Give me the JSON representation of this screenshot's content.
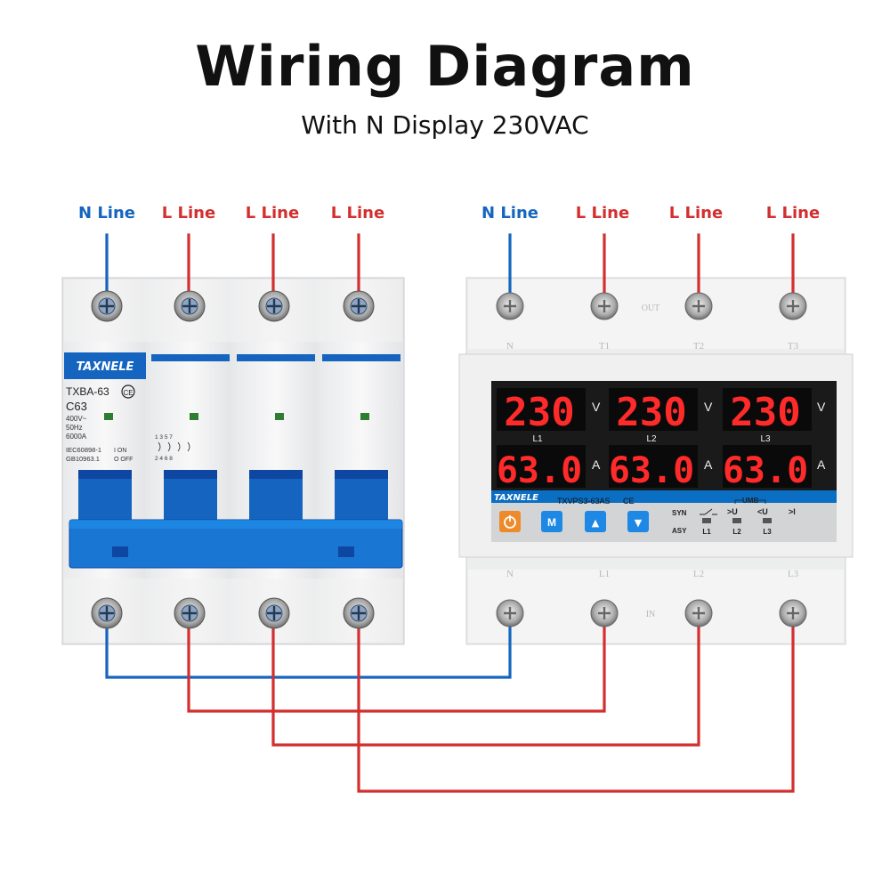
{
  "header": {
    "title": "Wiring Diagram",
    "subtitle": "With N Display 230VAC"
  },
  "input_labels": {
    "breaker": [
      "N Line",
      "L Line",
      "L Line",
      "L Line"
    ],
    "protector": [
      "N Line",
      "L Line",
      "L Line",
      "L Line"
    ]
  },
  "breaker": {
    "brand": "TAXNELE",
    "model": "TXBA-63",
    "rating": "C63",
    "specs": [
      "400V~",
      "50Hz",
      "6000A",
      "IEC60898-1",
      "GB10963.1"
    ],
    "on_label": "I ON",
    "off_label": "O OFF",
    "top_terminals": "1 3 5 7",
    "bottom_terminals": "2 4 6 8"
  },
  "protector": {
    "brand": "TAXNELE",
    "model": "TXVPS3-63AS",
    "top_terminal_labels": [
      "N",
      "T1",
      "T2",
      "T3"
    ],
    "bottom_terminal_labels": [
      "N",
      "L1",
      "L2",
      "L3"
    ],
    "out_label": "OUT",
    "in_label": "IN",
    "voltage_readings": [
      "230",
      "230",
      "230"
    ],
    "voltage_unit": "V",
    "current_readings": [
      "63.0",
      "63.0",
      "63.0"
    ],
    "current_unit": "A",
    "phase_labels": [
      "L1",
      "L2",
      "L3"
    ],
    "buttons": [
      "M",
      "▲",
      "▼"
    ],
    "mode_labels": {
      "syn": "SYN",
      "asy": "ASY",
      "umb": "UMB",
      "ov": ">U",
      "uv": "<U",
      "oc": ">I"
    },
    "indicator_labels": [
      "L1",
      "L2",
      "L3"
    ]
  },
  "colors": {
    "neutral": "#1565c0",
    "live": "#d32f2f",
    "breaker_blue": "#1565c0",
    "display_bg": "#1a1a1a",
    "segment_red": "#ff2a2a"
  }
}
